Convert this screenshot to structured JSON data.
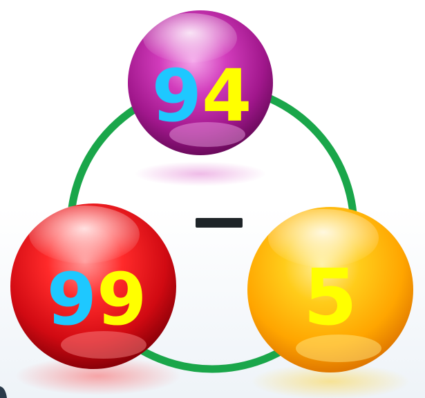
{
  "puzzle": {
    "operator": "−",
    "top_ball": {
      "digits": [
        "9",
        "4"
      ],
      "color": "#b01e9a"
    },
    "left_ball": {
      "digits": [
        "9",
        "9"
      ],
      "color": "#e8101a"
    },
    "right_ball": {
      "digits": [
        "5"
      ],
      "color": "#ffb300"
    },
    "ring_color": "#1aa64a",
    "digit_colors": {
      "cyan": "#1ec8ff",
      "yellow": "#ffff00"
    }
  }
}
